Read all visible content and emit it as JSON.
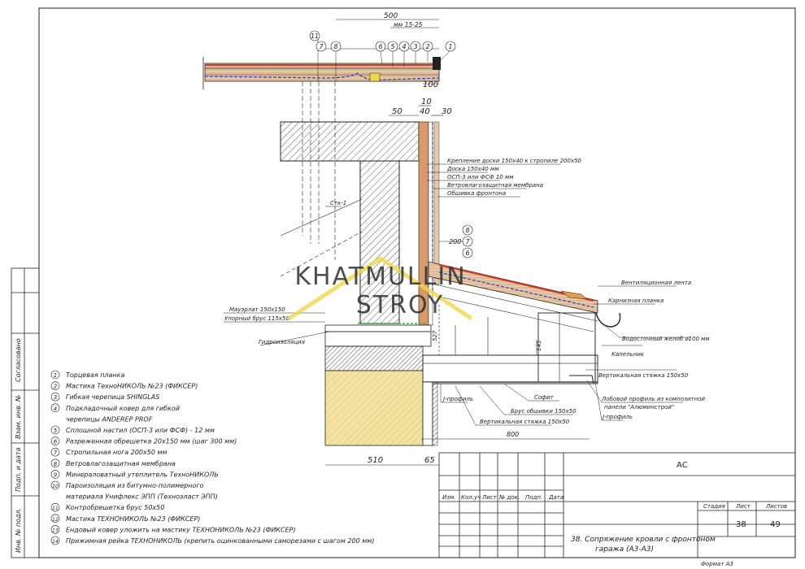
{
  "dimensions": {
    "top_total": "500",
    "gap_range": "мм 15-25",
    "overhang": "100",
    "d50": "50",
    "d10": "10",
    "d40": "40",
    "d30": "30",
    "d200": "200",
    "d527": "527",
    "d145": "145",
    "d800": "800",
    "d510": "510",
    "d65": "65"
  },
  "callouts": {
    "c1": "1",
    "c2": "2",
    "c3": "3",
    "c4": "4",
    "c5": "5",
    "c6": "6",
    "c7": "7",
    "c8": "8",
    "c11": "11",
    "c8b": "8",
    "c7b": "7",
    "c6b": "6"
  },
  "annotations": {
    "a1": "Крепление доски 150х40 к стропиле 200х50",
    "a2": "Доска 150х40 мм",
    "a3": "ОСП-3 или ФСФ 10 мм",
    "a4": "Ветровлагозащитная мембрана",
    "a5": "Обшивка фронтона",
    "a6": "Стк-1",
    "a7": "Мауэрлат 150х150",
    "a8": "Упорный брус 115х50",
    "a9": "Гидроизоляция",
    "a10": "Вентиляционная лента",
    "a11": "Карнизная планка",
    "a12": "Водосточный желоб ⌀100 мм",
    "a13": "Капельник",
    "a14": "Вертикальная стяжка 150х50",
    "a15": "Лобовой профиль из композитной",
    "a15b": "панели \"Алюминстрой\"",
    "a16": "J-профиль",
    "a17": "Софит",
    "a18": "Брус обшивки 150х50",
    "a19": "Вертикальная стяжка 150х50",
    "a20": "J-профиль"
  },
  "watermark": {
    "line1": "KHATMULLIN",
    "line2": "STROY"
  },
  "legend": [
    {
      "num": "1",
      "text": "Торцевая планка"
    },
    {
      "num": "2",
      "text": "Мастика ТехноНИКОЛЬ №23 (ФИКСЕР)"
    },
    {
      "num": "3",
      "text": "Гибкая черепица SHINGLAS"
    },
    {
      "num": "4",
      "text": "Подкладочный ковер для гибкой"
    },
    {
      "num": "",
      "text": "черепицы ANDEREP PROF"
    },
    {
      "num": "5",
      "text": "Сплошной настил (ОСП-3 или ФСФ) - 12 мм"
    },
    {
      "num": "6",
      "text": "Разреженная обрешетка 20х150 мм (шаг 300 мм)"
    },
    {
      "num": "7",
      "text": "Стропильная нога 200х50 мм"
    },
    {
      "num": "8",
      "text": "Ветровлагозащитная мембрана"
    },
    {
      "num": "9",
      "text": "Минераловатный утеплитель ТехноНИКОЛЬ"
    },
    {
      "num": "10",
      "text": "Пароизоляция из битумно-полимерного"
    },
    {
      "num": "",
      "text": "материала Унифлекс ЭПП (Техноэласт ЭПП)"
    },
    {
      "num": "11",
      "text": "Контробрешетка брус 50х50"
    },
    {
      "num": "12",
      "text": "Мастика ТЕХНОНИКОЛЬ №23 (ФИКСЕР)"
    },
    {
      "num": "13",
      "text": "Ендовый ковер уложить на мастику ТЕХНОНИКОЛЬ №23 (ФИКСЕР)"
    },
    {
      "num": "14",
      "text": "Прижимная рейка ТЕХНОНИКОЛЬ (крепить оцинкованными саморезами с шагом 200 мм)"
    }
  ],
  "side_stamp": [
    "Согласовано",
    "Взам. инв. №",
    "Подп. и дата",
    "Инв. № подл."
  ],
  "title_block": {
    "project_code": "АС",
    "col_headers": [
      "Изм.",
      "Кол.уч",
      "Лист",
      "№ док.",
      "Подп.",
      "Дата"
    ],
    "stage_label": "Стадия",
    "sheet_label": "Лист",
    "sheets_label": "Листов",
    "sheet_no": "38",
    "sheets_total": "49",
    "drawing_title_1": "38. Сопряжение кровли с фронтоном",
    "drawing_title_2": "гаража (А3-А3)",
    "format": "Формат А3"
  },
  "colors": {
    "line": "#222222",
    "membrane": "#2b3fbf",
    "roof_red": "#d23a2a",
    "wood": "#d79a6a",
    "insulation": "#f1df9c",
    "watermark_text": "#2f2f2f",
    "watermark_roof": "#f0d64a",
    "hydro_green": "#3aa84a"
  }
}
